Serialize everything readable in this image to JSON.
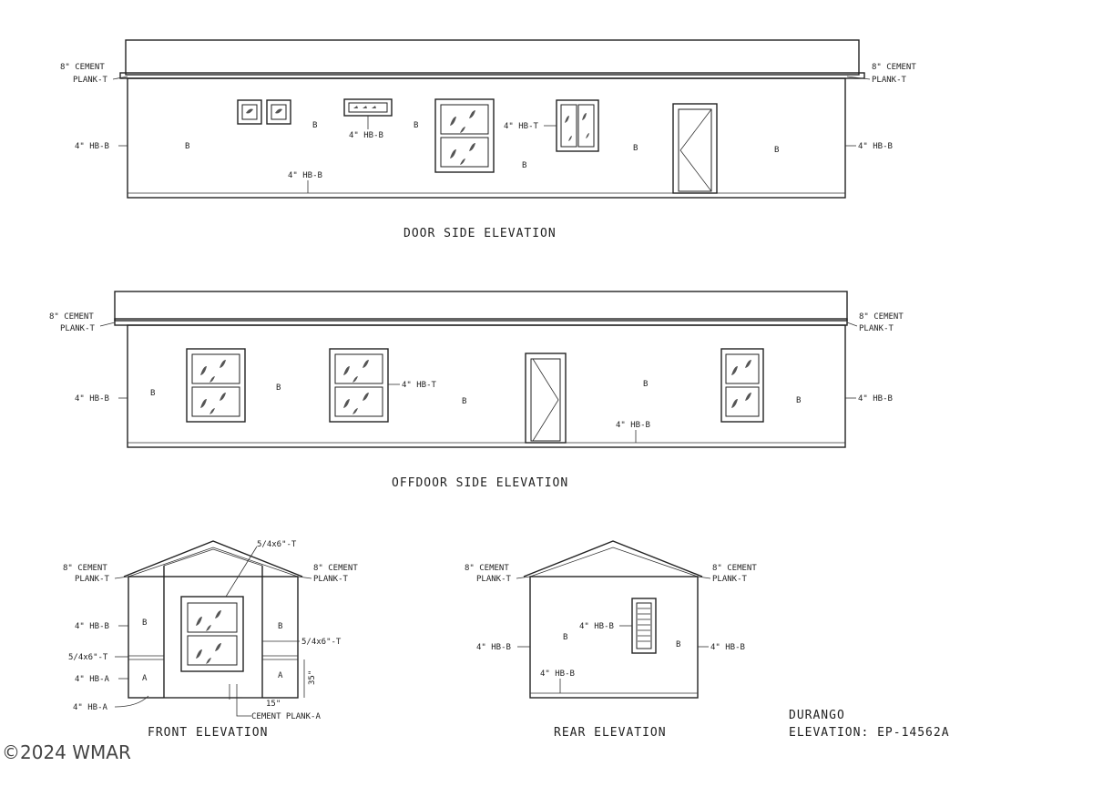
{
  "labels": {
    "cement_plank_t_1": "8\" CEMENT",
    "cement_plank_t_2": "PLANK-T",
    "hb_b": "4\" HB-B",
    "hb_t": "4\" HB-T",
    "hb_a": "4\" HB-A",
    "b": "B",
    "a": "A",
    "trim": "5/4x6\"-T",
    "cement_plank_a": "CEMENT PLANK-A",
    "dim_15": "15\"",
    "dim_35": "35\""
  },
  "titles": {
    "door_side": "DOOR SIDE ELEVATION",
    "offdoor_side": "OFFDOOR SIDE ELEVATION",
    "front": "FRONT ELEVATION",
    "rear": "REAR ELEVATION"
  },
  "model": {
    "name": "DURANGO",
    "elevation": "ELEVATION: EP-14562A"
  },
  "watermark": "©2024 WMAR"
}
